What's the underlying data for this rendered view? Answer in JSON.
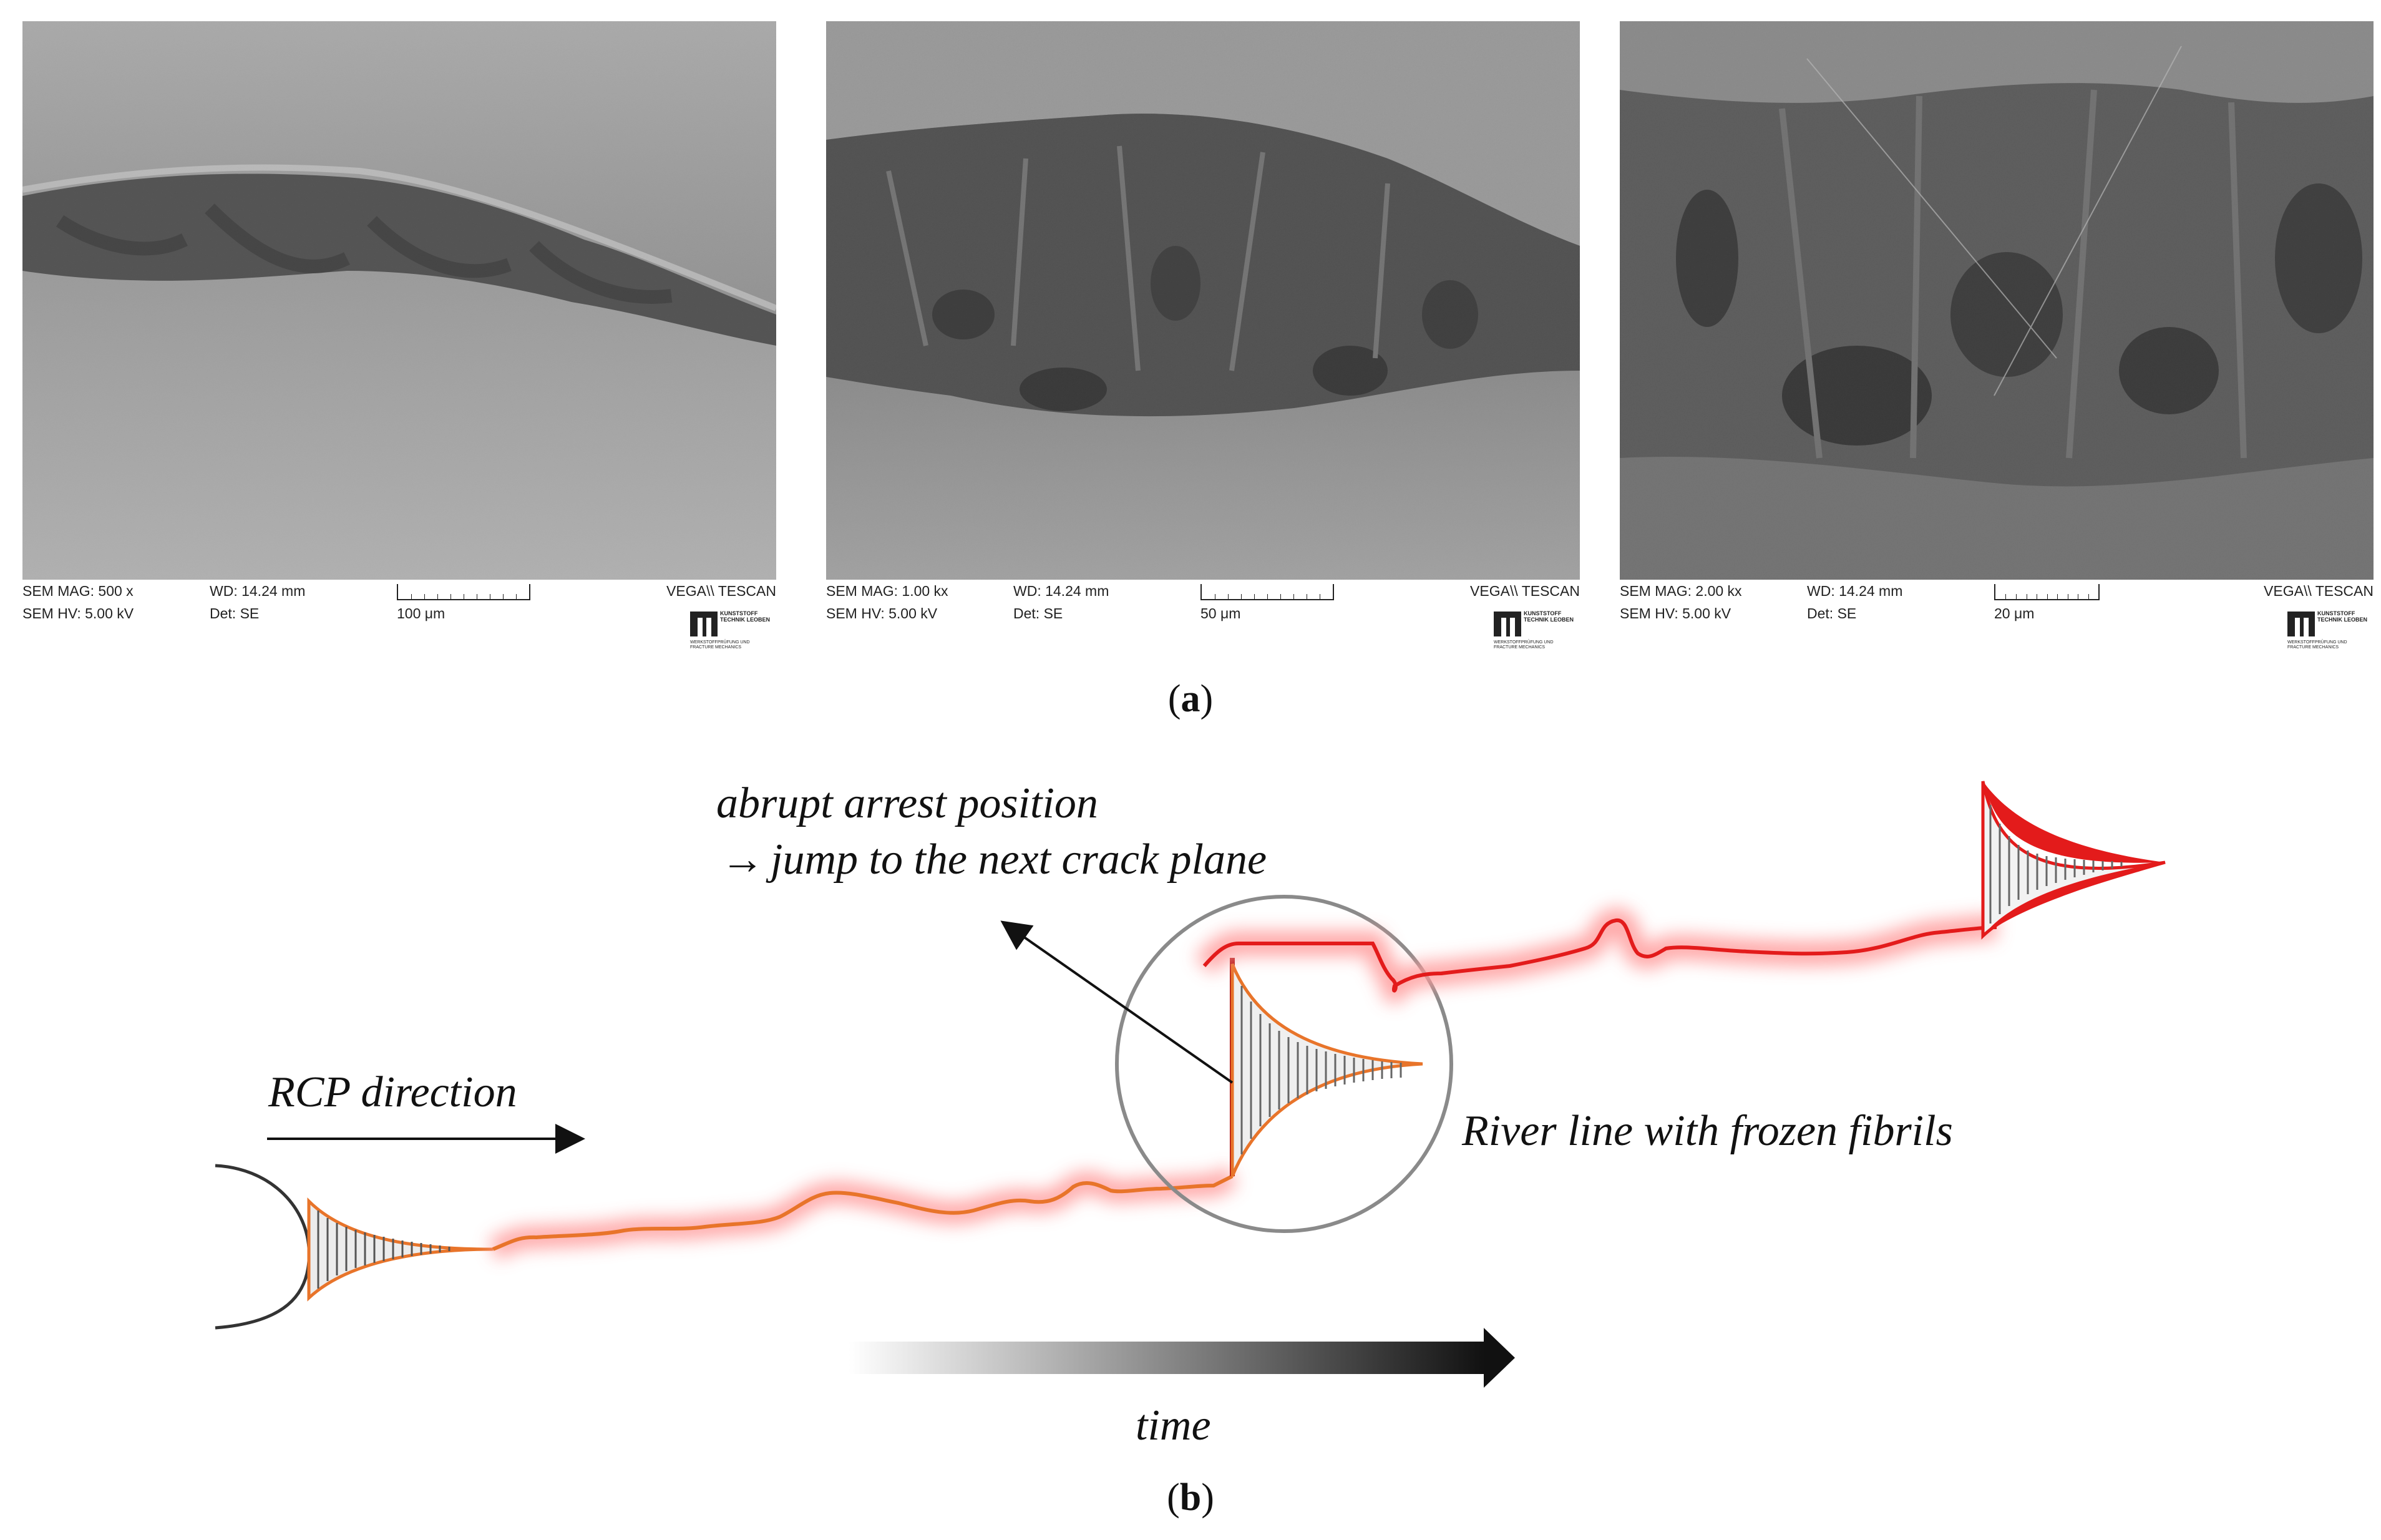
{
  "panel_a": {
    "caption_open": "(",
    "caption_letter": "a",
    "caption_close": ")",
    "images": [
      {
        "mag": "SEM MAG: 500 x",
        "wd": "WD: 14.24 mm",
        "hv": "SEM HV: 5.00 kV",
        "det": "Det: SE",
        "scale": "100 μm",
        "vendor": "VEGA\\\\ TESCAN",
        "logo_text": "KUNSTSTOFF TECHNIK LEOBEN",
        "logo_sub": "WERKSTOFFPRÜFUNG UND FRACTURE MECHANICS"
      },
      {
        "mag": "SEM MAG: 1.00 kx",
        "wd": "WD: 14.24 mm",
        "hv": "SEM HV: 5.00 kV",
        "det": "Det: SE",
        "scale": "50 μm",
        "vendor": "VEGA\\\\ TESCAN",
        "logo_text": "KUNSTSTOFF TECHNIK LEOBEN",
        "logo_sub": "WERKSTOFFPRÜFUNG UND FRACTURE MECHANICS"
      },
      {
        "mag": "SEM MAG: 2.00 kx",
        "wd": "WD: 14.24 mm",
        "hv": "SEM HV: 5.00 kV",
        "det": "Det: SE",
        "scale": "20 μm",
        "vendor": "VEGA\\\\ TESCAN",
        "logo_text": "KUNSTSTOFF TECHNIK LEOBEN",
        "logo_sub": "WERKSTOFFPRÜFUNG UND FRACTURE MECHANICS"
      }
    ]
  },
  "panel_b": {
    "caption_open": "(",
    "caption_letter": "b",
    "caption_close": ")",
    "rcp_direction": "RCP direction",
    "arrest_line1": "abrupt arrest position",
    "arrest_line2": "jump to the next crack plane",
    "arrest_arrow_glyph": "→",
    "river_line": "River line with frozen fibrils",
    "time": "time"
  },
  "colors": {
    "crack_orange": "#e8742a",
    "crack_red": "#e31b1b",
    "glow_red": "#ff9a9a",
    "circle": "#8a8a8a"
  }
}
